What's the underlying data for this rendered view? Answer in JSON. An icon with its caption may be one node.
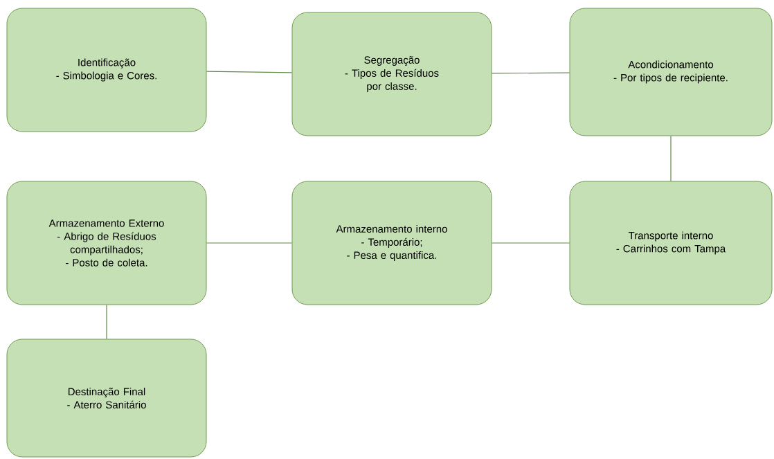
{
  "diagram": {
    "nodes": [
      {
        "text": [
          "Identificação",
          "- Simbologia e Cores."
        ]
      },
      {
        "text": [
          "Segregação",
          "- Tipos de Resíduos por classe."
        ]
      },
      {
        "text": [
          "Acondicionamento",
          "- Por tipos de recipiente."
        ]
      },
      {
        "text": [
          "Transporte interno",
          "- Carrinhos com Tampa"
        ]
      },
      {
        "text": [
          "Armazenamento interno",
          "- Temporário;",
          "- Pesa e quantifica."
        ]
      },
      {
        "text": [
          "Armazenamento Externo",
          "- Abrigo de Resíduos compartilhados;",
          "- Posto de coleta."
        ]
      },
      {
        "text": [
          "Destinação Final",
          "- Aterro Sanitário"
        ]
      }
    ],
    "edges": [
      {
        "from": 0,
        "to": 1,
        "arrow": "none"
      },
      {
        "from": 1,
        "to": 2,
        "arrow": "none"
      },
      {
        "from": 2,
        "to": 3,
        "arrow": "none"
      },
      {
        "from": 3,
        "to": 4,
        "arrow": "none"
      },
      {
        "from": 4,
        "to": 5,
        "arrow": "none"
      },
      {
        "from": 5,
        "to": 6,
        "arrow": "none"
      }
    ]
  }
}
